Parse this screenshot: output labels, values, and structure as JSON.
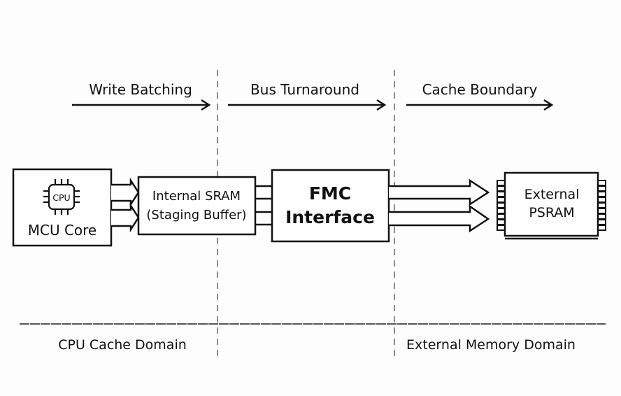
{
  "phases": [
    {
      "label": "Write Batching"
    },
    {
      "label": "Bus Turnaround"
    },
    {
      "label": "Cache Boundary"
    }
  ],
  "blocks": {
    "mcu": {
      "icon": "cpu-chip-icon",
      "icon_text": "CPU",
      "label": "MCU Core"
    },
    "sram": {
      "line1": "Internal SRAM",
      "line2": "(Staging Buffer)"
    },
    "fmc": {
      "line1": "FMC",
      "line2": "Interface"
    },
    "psram": {
      "icon": "memory-chip-icon",
      "line1": "External",
      "line2": "PSRAM"
    }
  },
  "domains": {
    "left": "CPU Cache Domain",
    "right": "External Memory Domain"
  },
  "colors": {
    "stroke": "#111111",
    "background": "#fdfdfd",
    "divider": "#555555"
  }
}
